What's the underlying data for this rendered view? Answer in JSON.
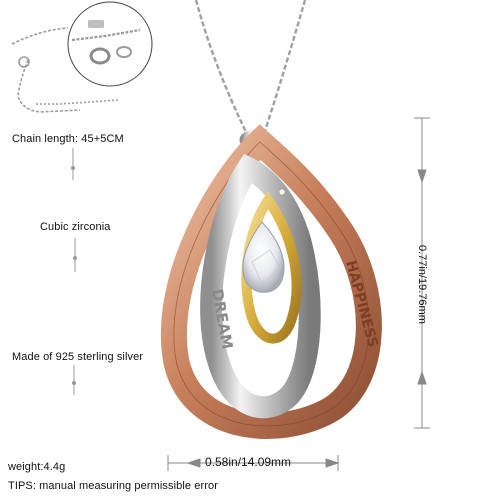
{
  "labels": {
    "chain_length": "Chain length: 45+5CM",
    "stone": "Cubic zirconia",
    "material": "Made of 925 sterling silver",
    "weight": "weight:4.4g",
    "tips": "TIPS: manual measuring permissible error"
  },
  "dimensions": {
    "height": "0.77in/19.76mm",
    "width": "0.58in/14.09mm"
  },
  "engraving": {
    "silver_band": "DREAM",
    "rose_band": "HAPPINESS"
  },
  "colors": {
    "rose_gold": "#c7805c",
    "silver": "#d9d9d9",
    "gold": "#d8ac3a",
    "dimension_line": "#888888"
  }
}
